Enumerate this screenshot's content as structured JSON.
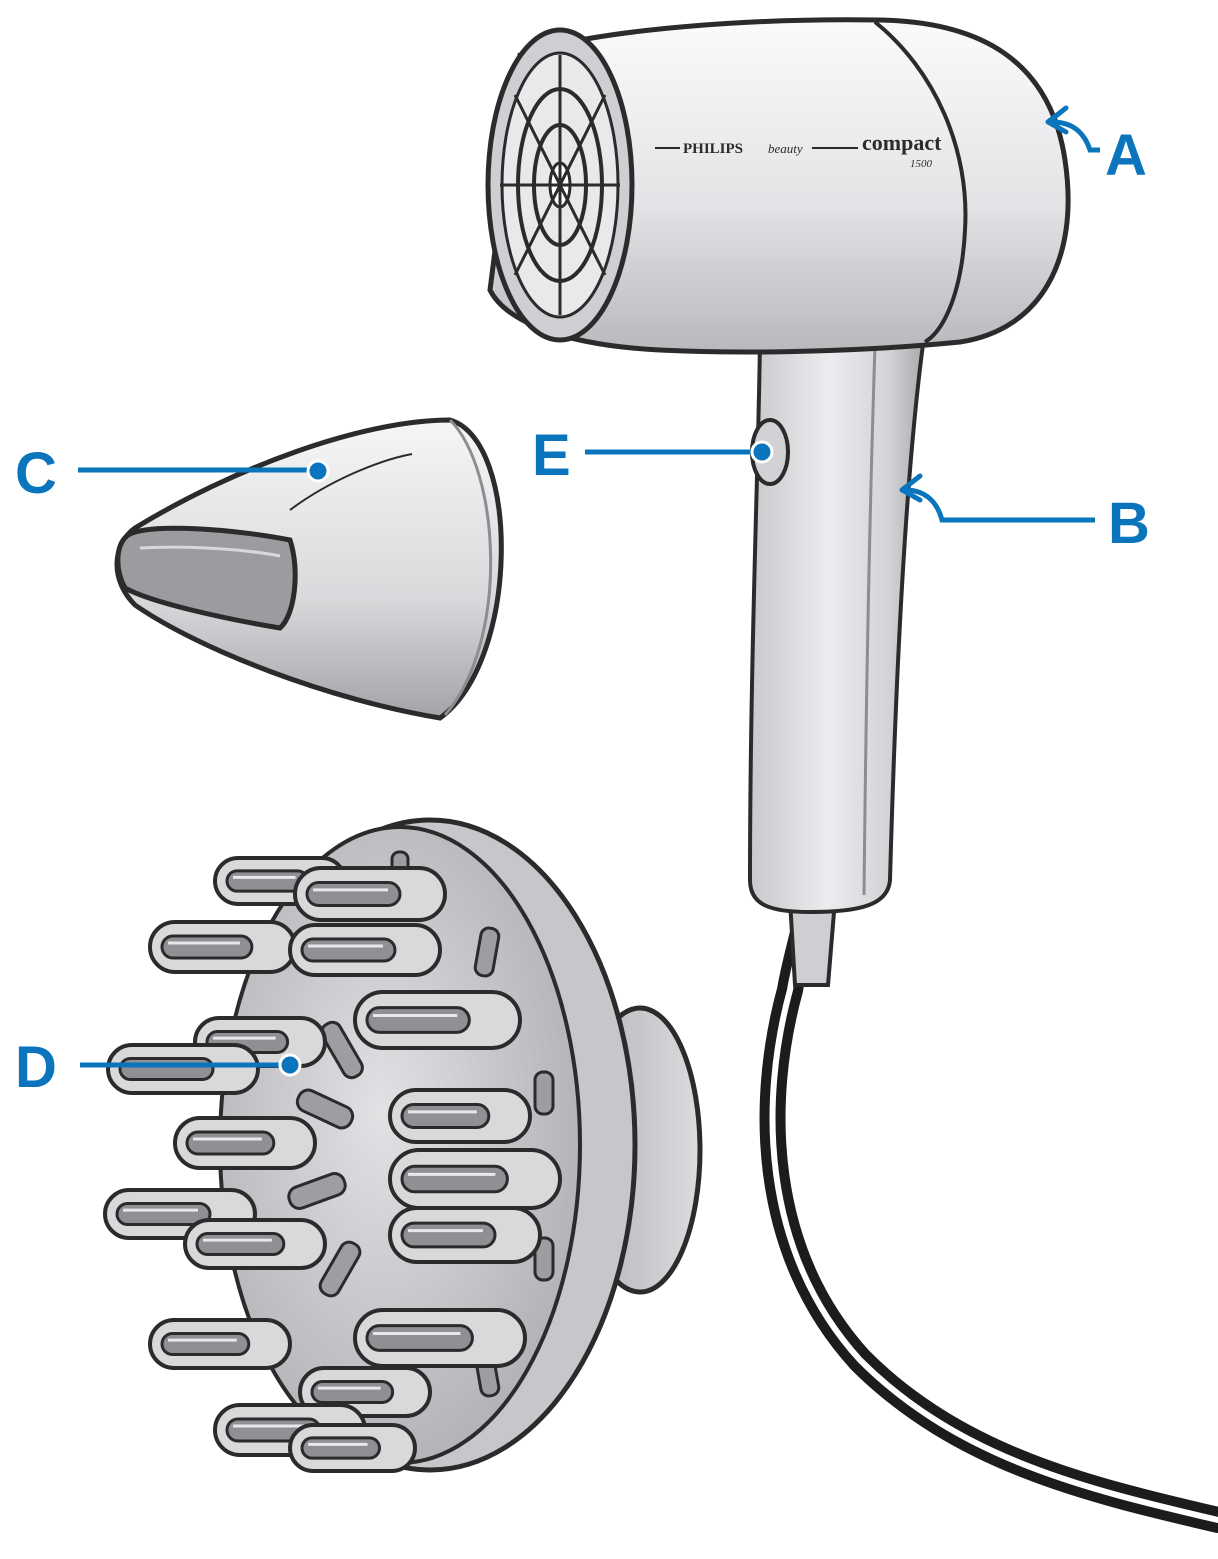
{
  "colors": {
    "accent": "#0a74bd",
    "outline": "#2b2b2b",
    "body_light": "#f1f1f3",
    "body_mid": "#d6d6da",
    "body_dark": "#a9a9ae",
    "cord": "#1c1c1c"
  },
  "callouts": {
    "a": "A",
    "b": "B",
    "c": "C",
    "d": "D",
    "e": "E"
  },
  "dryer_branding": {
    "brand": "PHILIPS",
    "series": "beauty",
    "model": "compact",
    "wattage": "1500"
  },
  "icons": [
    "hair-dryer-illustration",
    "concentrator-nozzle-illustration",
    "diffuser-illustration",
    "power-cord-illustration"
  ]
}
